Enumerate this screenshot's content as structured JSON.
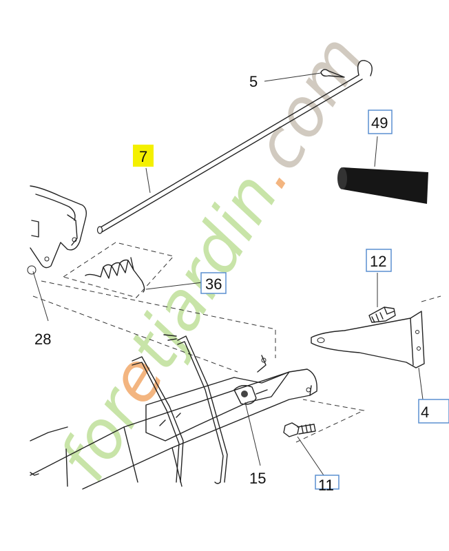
{
  "callouts": {
    "c5": "5",
    "c7": "7",
    "c49": "49",
    "c36": "36",
    "c28": "28",
    "c12": "12",
    "c15": "15",
    "c11": "11",
    "c4": "4"
  },
  "watermark": {
    "text": "foretjardin.com"
  },
  "colors": {
    "highlight": "#f4f000",
    "watermark_green": "#c6e3a4",
    "watermark_orange": "#f3b27a",
    "watermark_gray": "#cfc8bd",
    "box_border": "#5a8fd0"
  }
}
